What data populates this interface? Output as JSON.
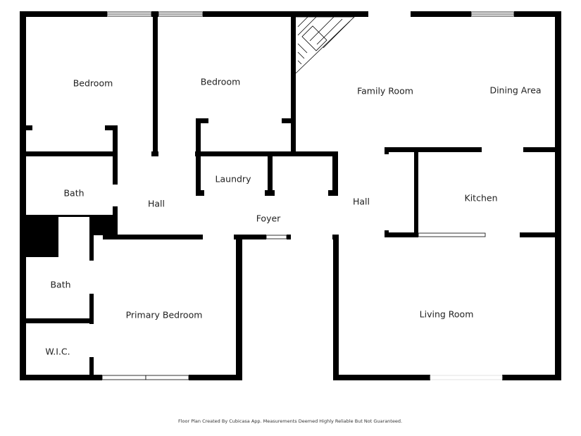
{
  "rooms": {
    "bedroom_1": "Bedroom",
    "bedroom_2": "Bedroom",
    "family_room": "Family Room",
    "dining_area": "Dining Area",
    "bath_1": "Bath",
    "hall_1": "Hall",
    "laundry": "Laundry",
    "hall_2": "Hall",
    "kitchen": "Kitchen",
    "foyer": "Foyer",
    "bath_2": "Bath",
    "primary_bedroom": "Primary Bedroom",
    "wic": "W.I.C.",
    "living_room": "Living Room"
  },
  "footer": "Floor Plan Created By Cubicasa App. Measurements Deemed Highly Reliable But Not Guaranteed.",
  "colors": {
    "wall": "#000000",
    "background": "#ffffff"
  }
}
